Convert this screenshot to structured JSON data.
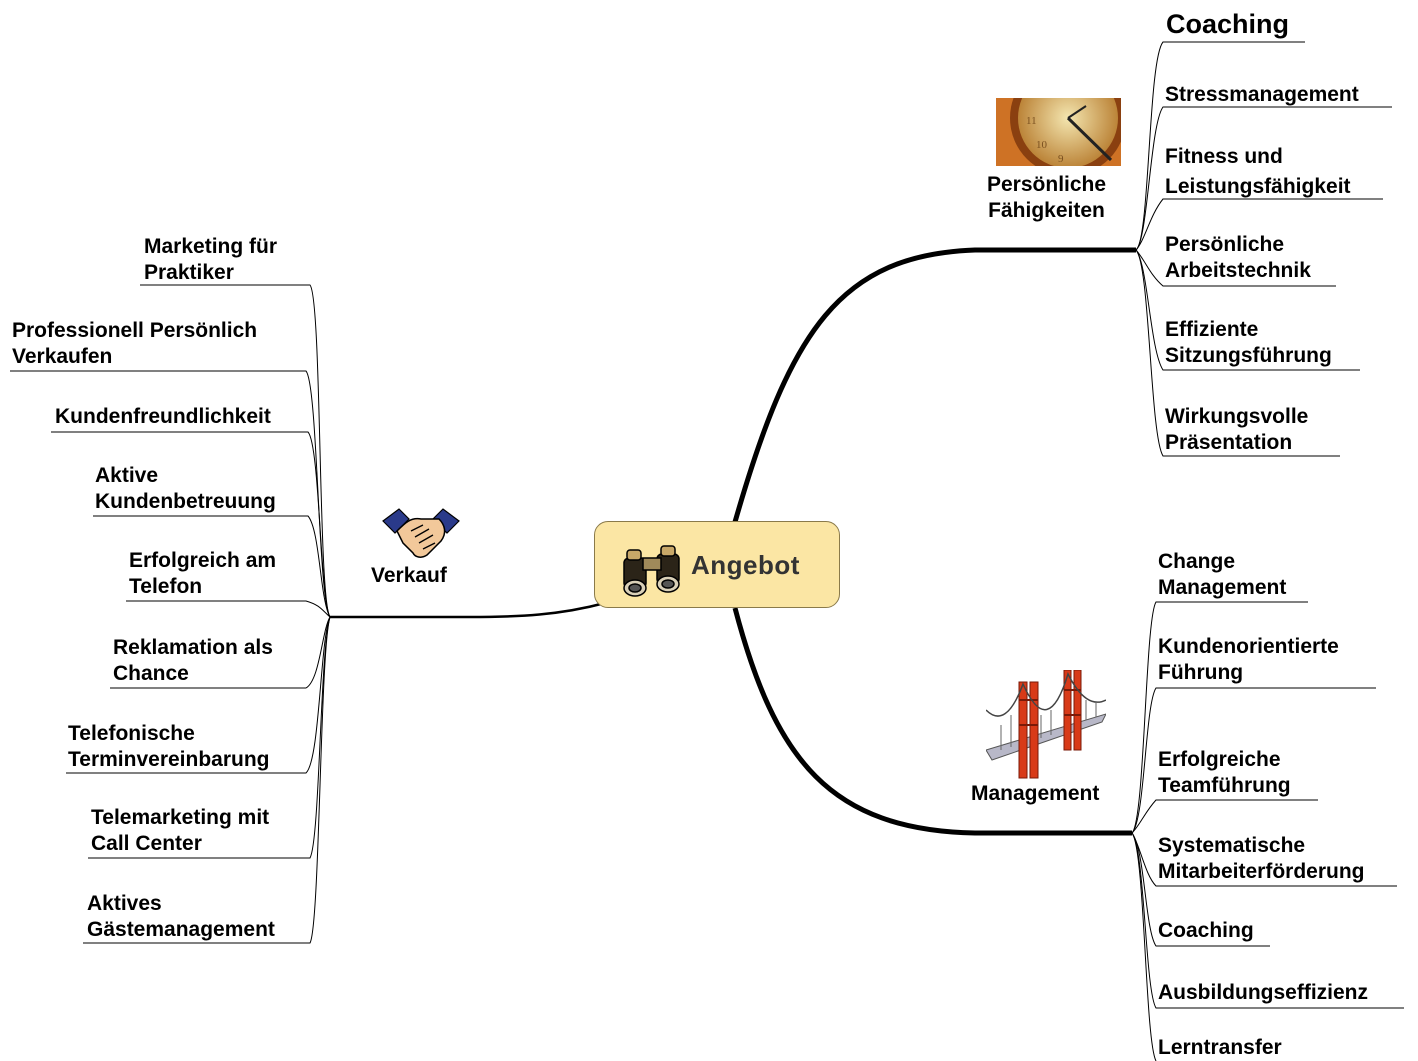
{
  "center": {
    "label": "Angebot",
    "icon": "binoculars-icon"
  },
  "branches": {
    "personal": {
      "label_lines": [
        "Persönliche",
        "Fähigkeiten"
      ],
      "icon": "clock-icon",
      "items": [
        {
          "lines": [
            "Coaching"
          ]
        },
        {
          "lines": [
            "Stressmanagement"
          ]
        },
        {
          "lines": [
            "Fitness und",
            "Leistungsfähigkeit"
          ]
        },
        {
          "lines": [
            "Persönliche",
            "Arbeitstechnik"
          ]
        },
        {
          "lines": [
            "Effiziente",
            "Sitzungsführung"
          ]
        },
        {
          "lines": [
            "Wirkungsvolle",
            "Präsentation"
          ]
        }
      ]
    },
    "management": {
      "label": "Management",
      "icon": "bridge-icon",
      "items": [
        {
          "lines": [
            "Change",
            "Management"
          ]
        },
        {
          "lines": [
            "Kundenorientierte",
            "Führung"
          ]
        },
        {
          "lines": [
            "Erfolgreiche",
            "Teamführung"
          ]
        },
        {
          "lines": [
            "Systematische",
            "Mitarbeiterförderung"
          ]
        },
        {
          "lines": [
            "Coaching"
          ]
        },
        {
          "lines": [
            "Ausbildungseffizienz"
          ]
        },
        {
          "lines": [
            "Lerntransfer"
          ]
        }
      ]
    },
    "sales": {
      "label": "Verkauf",
      "icon": "handshake-icon",
      "items": [
        {
          "lines": [
            "Marketing für",
            "Praktiker"
          ]
        },
        {
          "lines": [
            "Professionell Persönlich",
            "Verkaufen"
          ]
        },
        {
          "lines": [
            "Kundenfreundlichkeit"
          ]
        },
        {
          "lines": [
            "Aktive",
            "Kundenbetreuung"
          ]
        },
        {
          "lines": [
            "Erfolgreich am",
            "Telefon"
          ]
        },
        {
          "lines": [
            "Reklamation als",
            "Chance"
          ]
        },
        {
          "lines": [
            "Telefonische",
            "Terminvereinbarung"
          ]
        },
        {
          "lines": [
            "Telemarketing mit",
            "Call Center"
          ]
        },
        {
          "lines": [
            "Aktives",
            "Gästemanagement"
          ]
        }
      ]
    }
  }
}
